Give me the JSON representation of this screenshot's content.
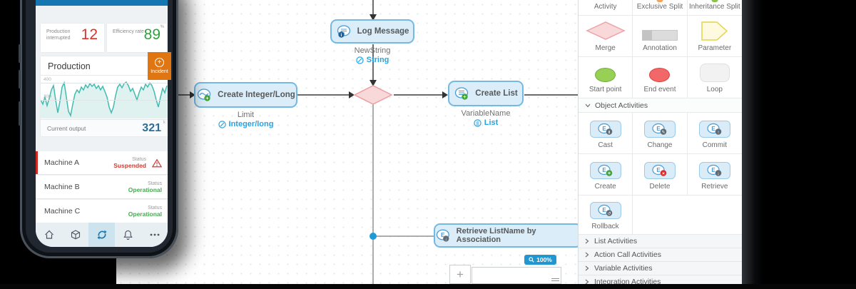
{
  "phone": {
    "topbar_color": "#1477b1",
    "top_stats": [
      {
        "label": "Production interrupted",
        "value": "12"
      },
      {
        "label": "Efficiency rate",
        "value": "89",
        "unit": "%"
      }
    ],
    "production": {
      "title": "Production",
      "axis_top": "400",
      "axis_mid": "200",
      "output_label": "Current output",
      "output_value": "321",
      "output_unit": "k",
      "chart_series_estimate": [
        210,
        190,
        240,
        180,
        230,
        300,
        340,
        210,
        110,
        200,
        330,
        370,
        230,
        120,
        80,
        190,
        260,
        290,
        270,
        330,
        300,
        350,
        330,
        360,
        340,
        350,
        320,
        340,
        310,
        330,
        300,
        260,
        170,
        110,
        170,
        260,
        330,
        360,
        340,
        370,
        380,
        350,
        310,
        330,
        290,
        250,
        300,
        340,
        320,
        370,
        340,
        380,
        360,
        320,
        260,
        200,
        280,
        340,
        310,
        360
      ]
    },
    "incident": {
      "label": "Incident"
    },
    "machines": [
      {
        "name": "Machine A",
        "status_label": "Status",
        "status": "Suspended"
      },
      {
        "name": "Machine B",
        "status_label": "Status",
        "status": "Operational"
      },
      {
        "name": "Machine C",
        "status_label": "Status",
        "status": "Operational"
      }
    ]
  },
  "flow": {
    "nodes": {
      "log": {
        "label": "Log Message",
        "var": "NewString",
        "type": "String"
      },
      "create_int": {
        "label": "Create Integer/Long",
        "var": "Limit",
        "type": "Integer/long"
      },
      "create_list": {
        "label": "Create List",
        "var": "VariableName",
        "type": "List"
      },
      "retrieve": {
        "label": "Retrieve ListName by Association"
      }
    },
    "zoom": {
      "level": "100%",
      "zoom_in": "+"
    }
  },
  "toolbox": {
    "row1": [
      "Activity",
      "Exclusive Split",
      "Inheritance Split"
    ],
    "row2": [
      "Merge",
      "Annotation",
      "Parameter"
    ],
    "row3": [
      "Start point",
      "End event",
      "Loop"
    ],
    "object_activities": {
      "label": "Object Activities",
      "items": [
        "Cast",
        "Change",
        "Commit",
        "Create",
        "Delete",
        "Retrieve",
        "Rollback"
      ]
    },
    "collapsed_sections": [
      "List Activities",
      "Action Call Activities",
      "Variable Activities",
      "Integration Activities"
    ]
  },
  "colors": {
    "accent_blue": "#29a3e0",
    "node_fill": "#daedf8",
    "node_border": "#74b9e2",
    "merge_pink": "#f9d8da",
    "incident_orange": "#e07612",
    "alert_red": "#d43a32",
    "ok_green": "#3daf4a",
    "chart_teal": "#41bcb0"
  }
}
